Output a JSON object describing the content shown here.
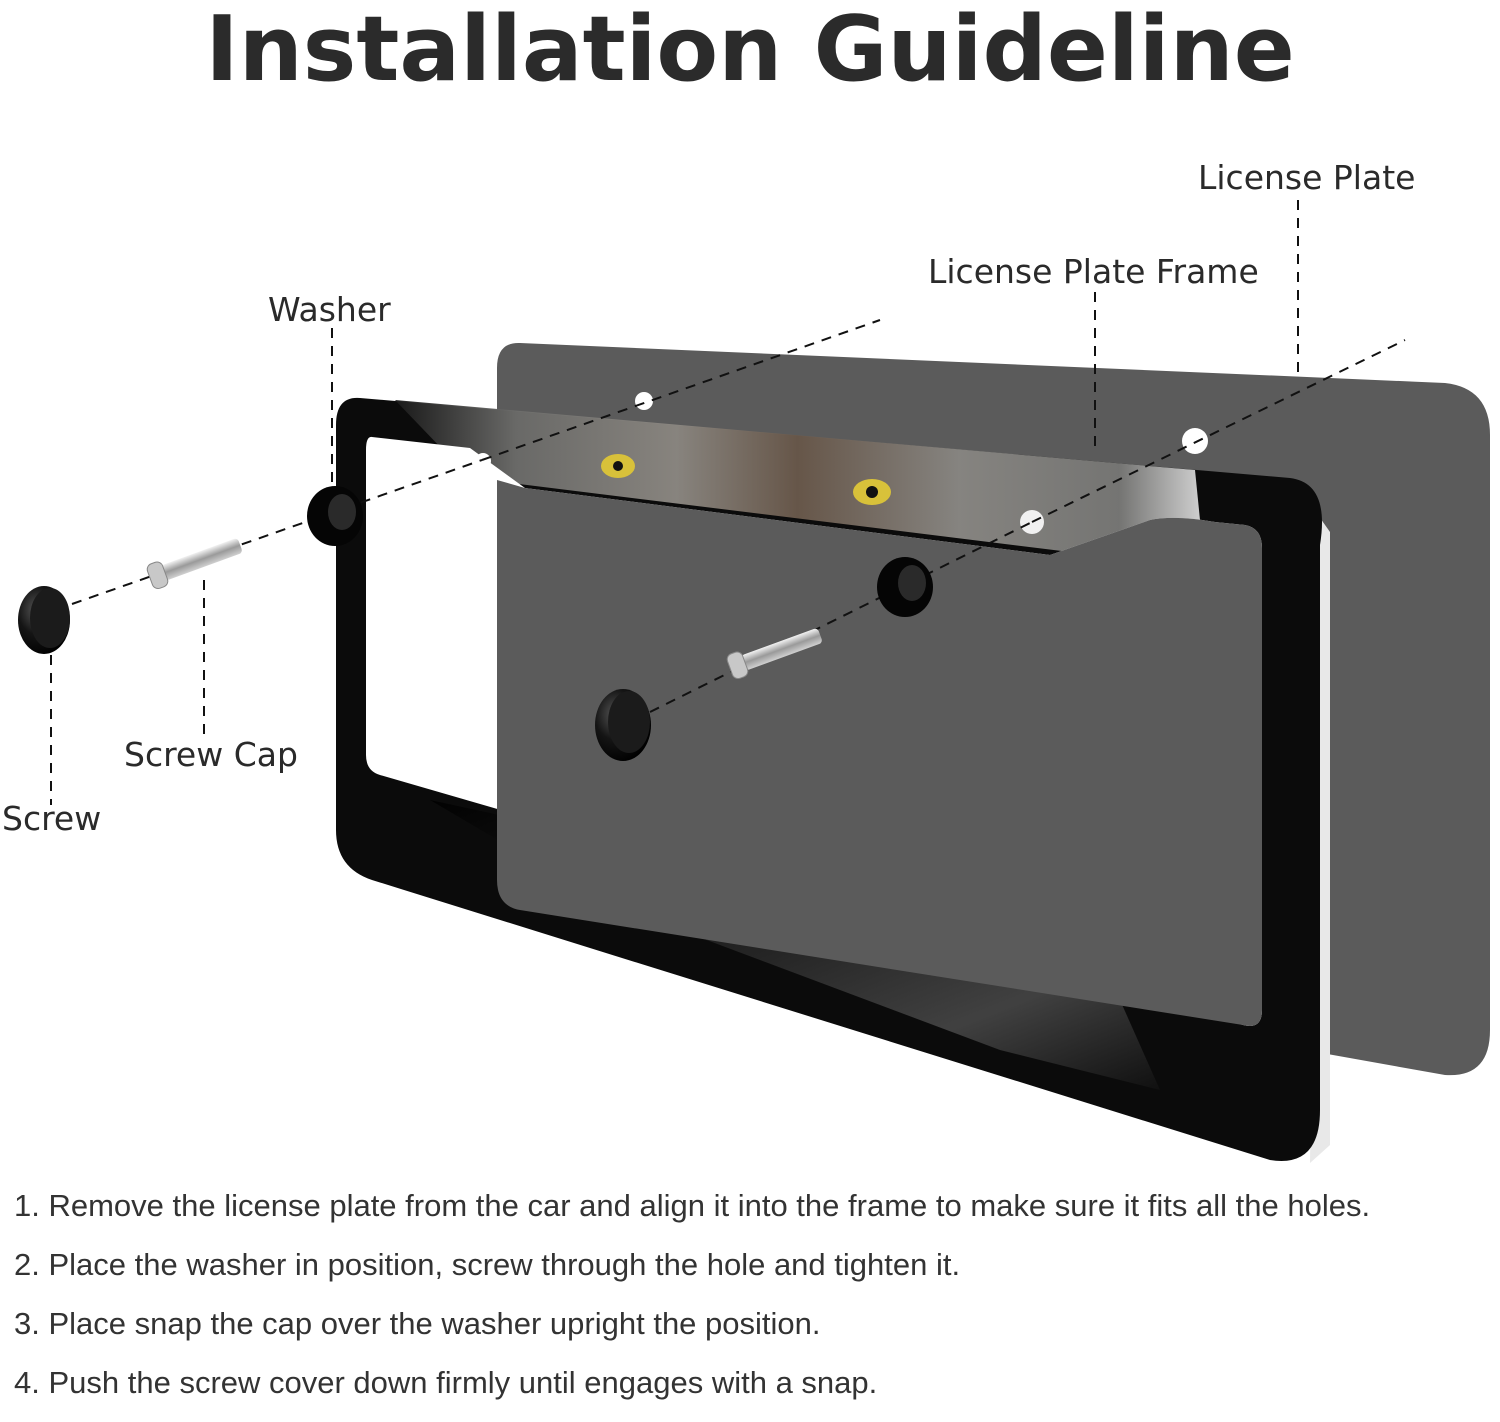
{
  "title": "Installation Guideline",
  "labels": {
    "license_plate": "License Plate",
    "license_plate_frame": "License Plate Frame",
    "washer": "Washer",
    "screw_cap": "Screw Cap",
    "screw": "Screw"
  },
  "steps": [
    "1. Remove the license plate from the car and align it into the frame to make sure it fits all the holes.",
    "2. Place the washer in position, screw through the hole and tighten it.",
    "3. Place snap the cap over the washer upright the position.",
    "4. Push the screw cover down firmly until engages with a snap."
  ],
  "colors": {
    "plate": "#5b5b5b",
    "frame": "#0b0b0b",
    "wolf_fur": "#8a8a86",
    "wolf_eye": "#d8c13a"
  }
}
